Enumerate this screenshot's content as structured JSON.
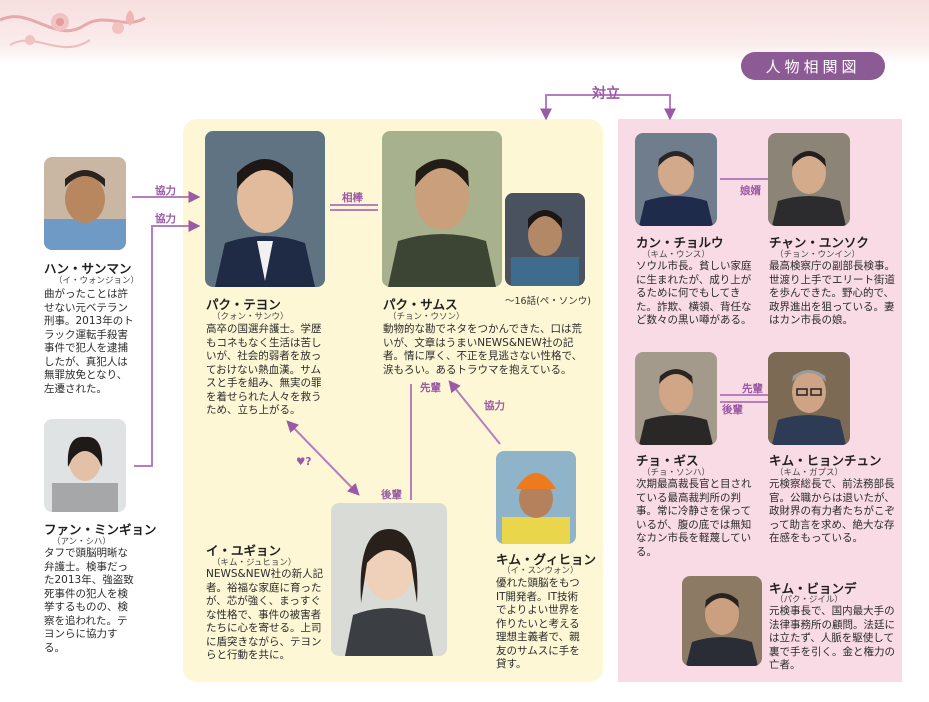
{
  "header": {
    "title": "人物相関図"
  },
  "relations": {
    "taireki": "対立",
    "kyoryoku_1": "協力",
    "kyoryoku_2": "協力",
    "aibou": "相棒",
    "musuko": "娘婿",
    "heart": "♥?",
    "senpai_1": "先輩",
    "kouhai_1": "後輩",
    "kyoryoku_3": "協力",
    "senpai_2": "先輩",
    "kouhai_2": "後輩"
  },
  "characters": {
    "han": {
      "name": "ハン・サンマン",
      "actor": "（イ・ウォンジョン）",
      "desc": "曲がったことは許せない元ベテラン刑事。2013年のトラック運転手殺害事件で犯人を逮捕したが、真犯人は無罪放免となり、左遷された。",
      "icon": "photo-man-blue-shirt"
    },
    "hwang": {
      "name": "ファン・ミンギョン",
      "actor": "（アン・シハ）",
      "desc": "タフで頭脳明晰な弁護士。検事だった2013年、強盗致死事件の犯人を検挙するものの、検察を追われた。テヨンらに協力する。",
      "icon": "photo-woman-gray"
    },
    "taeyong": {
      "name": "パク・テヨン",
      "actor": "（クォン・サンウ）",
      "desc": "高卒の国選弁護士。学歴もコネもなく生活は苦しいが、社会的弱者を放っておけない熱血漢。サムスと手を組み、無実の罪を着せられた人々を救うため、立ち上がる。",
      "icon": "photo-man-suit"
    },
    "samsu": {
      "name": "パク・サムス",
      "actor": "（チョン・ウソン）",
      "desc": "動物的な勘でネタをつかんできた、口は荒いが、文章はうまいNEWS&NEW社の記者。情に厚く、不正を見逃さない性格で、涙もろい。あるトラウマを抱えている。",
      "icon": "photo-man-jacket"
    },
    "samsu_young": {
      "note": "～16話(ペ・ソンウ)",
      "icon": "photo-man-young"
    },
    "yugyeong": {
      "name": "イ・ユギョン",
      "actor": "（キム・ジュヒョン）",
      "desc": "NEWS&NEW社の新人記者。裕福な家庭に育ったが、芯が強く、まっすぐな性格で、事件の被害者たちに心を寄せる。上司に盾突きながら、テヨンらと行動を共に。",
      "icon": "photo-woman-young"
    },
    "gwihyeon": {
      "name": "キム・グィヒョン",
      "actor": "（イ・スンウォン）",
      "desc": "優れた頭脳をもつIT開発者。IT技術でよりよい世界を作りたいと考える理想主義者で、親友のサムスに手を貸す。",
      "icon": "photo-man-orange-hat"
    },
    "kang": {
      "name": "カン・チョルウ",
      "actor": "（キム・ウンス）",
      "desc": "ソウル市長。貧しい家庭に生まれたが、成り上がるために何でもしてきた。詐欺、横領、背任など数々の黒い噂がある。",
      "icon": "photo-man-mayor"
    },
    "jang": {
      "name": "チャン・ユンソク",
      "actor": "（チョン・ウンイン）",
      "desc": "最高検察庁の副部長検事。世渡り上手でエリート街道を歩んできた。野心的で、政界進出を狙っている。妻はカン市長の娘。",
      "icon": "photo-man-prosecutor"
    },
    "jo": {
      "name": "チョ・ギス",
      "actor": "（チョ・ソンハ）",
      "desc": "次期最高裁長官と目されている最高裁判所の判事。常に冷静さを保っているが、腹の底では無知なカン市長を軽蔑している。",
      "icon": "photo-man-judge"
    },
    "kim_h": {
      "name": "キム・ヒョンチュン",
      "actor": "（キム・ガプス）",
      "desc": "元検察総長で、前法務部長官。公職からは退いたが、政財界の有力者たちがこぞって助言を求め、絶大な存在感をもっている。",
      "icon": "photo-man-glasses"
    },
    "kim_b": {
      "name": "キム・ビョンデ",
      "actor": "（パク・ジイル）",
      "desc": "元検事長で、国内最大手の法律事務所の顧問。法廷には立たず、人脈を駆使して裏で手を引く。金と権力の亡者。",
      "icon": "photo-man-lawyer"
    }
  },
  "colors": {
    "accent": "#9b5aa5",
    "badge": "#8c5a95",
    "panel_yellow": "#fdf7d5",
    "panel_pink": "#f8dbe4",
    "top_band": "#f7dede"
  }
}
